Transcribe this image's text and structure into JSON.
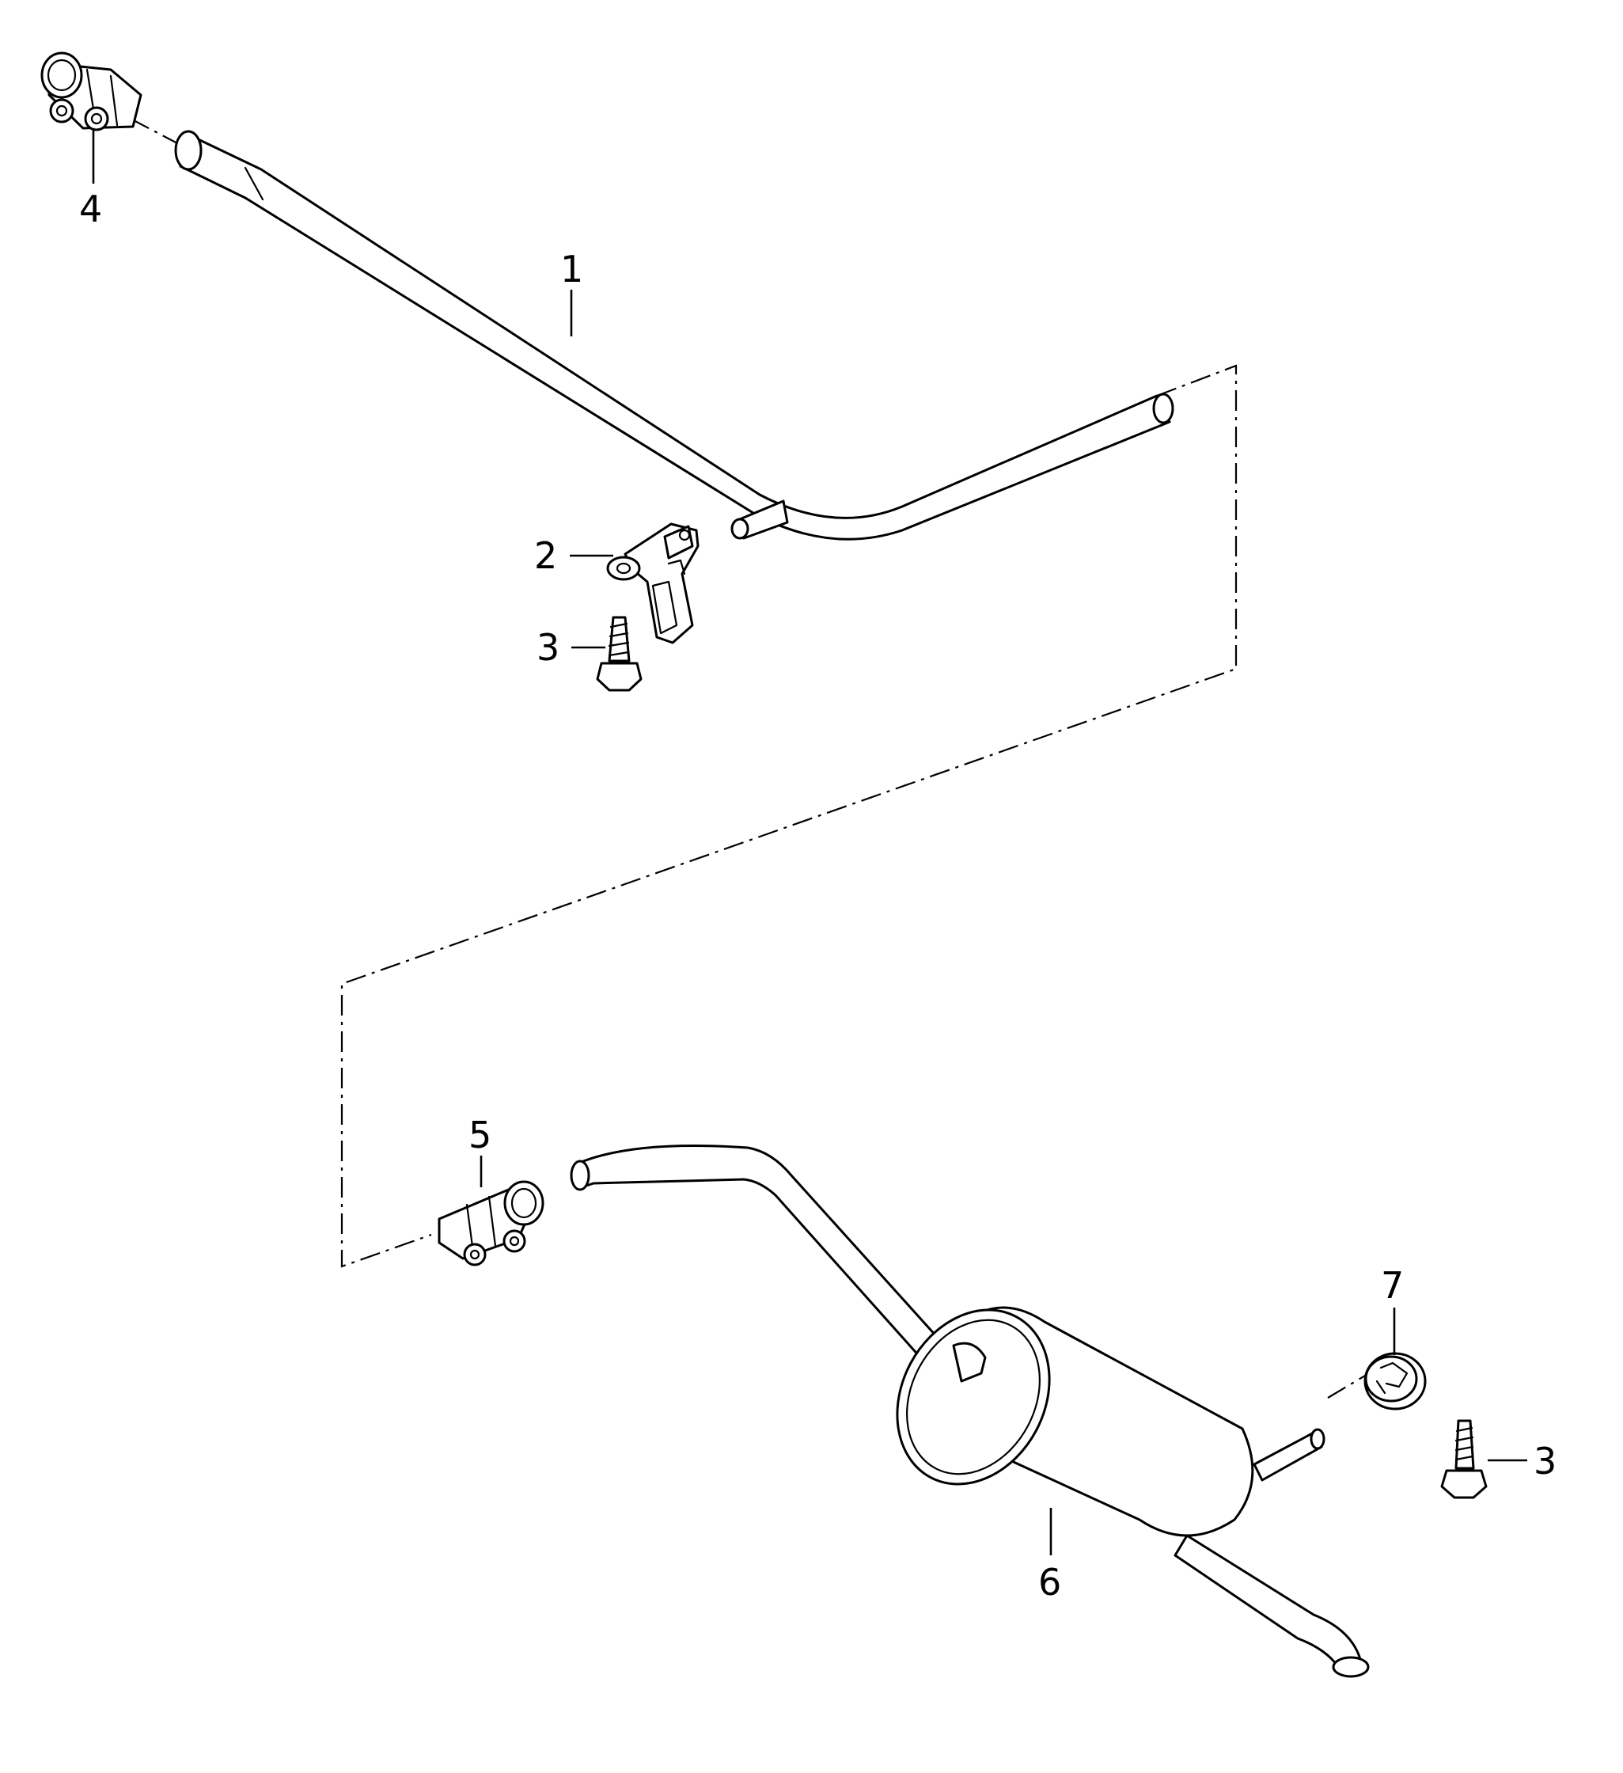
{
  "callouts": [
    {
      "id": "1",
      "text": "1"
    },
    {
      "id": "2",
      "text": "2"
    },
    {
      "id": "3a",
      "text": "3"
    },
    {
      "id": "3b",
      "text": "3"
    },
    {
      "id": "4",
      "text": "4"
    },
    {
      "id": "5",
      "text": "5"
    },
    {
      "id": "6",
      "text": "6"
    },
    {
      "id": "7",
      "text": "7"
    }
  ]
}
